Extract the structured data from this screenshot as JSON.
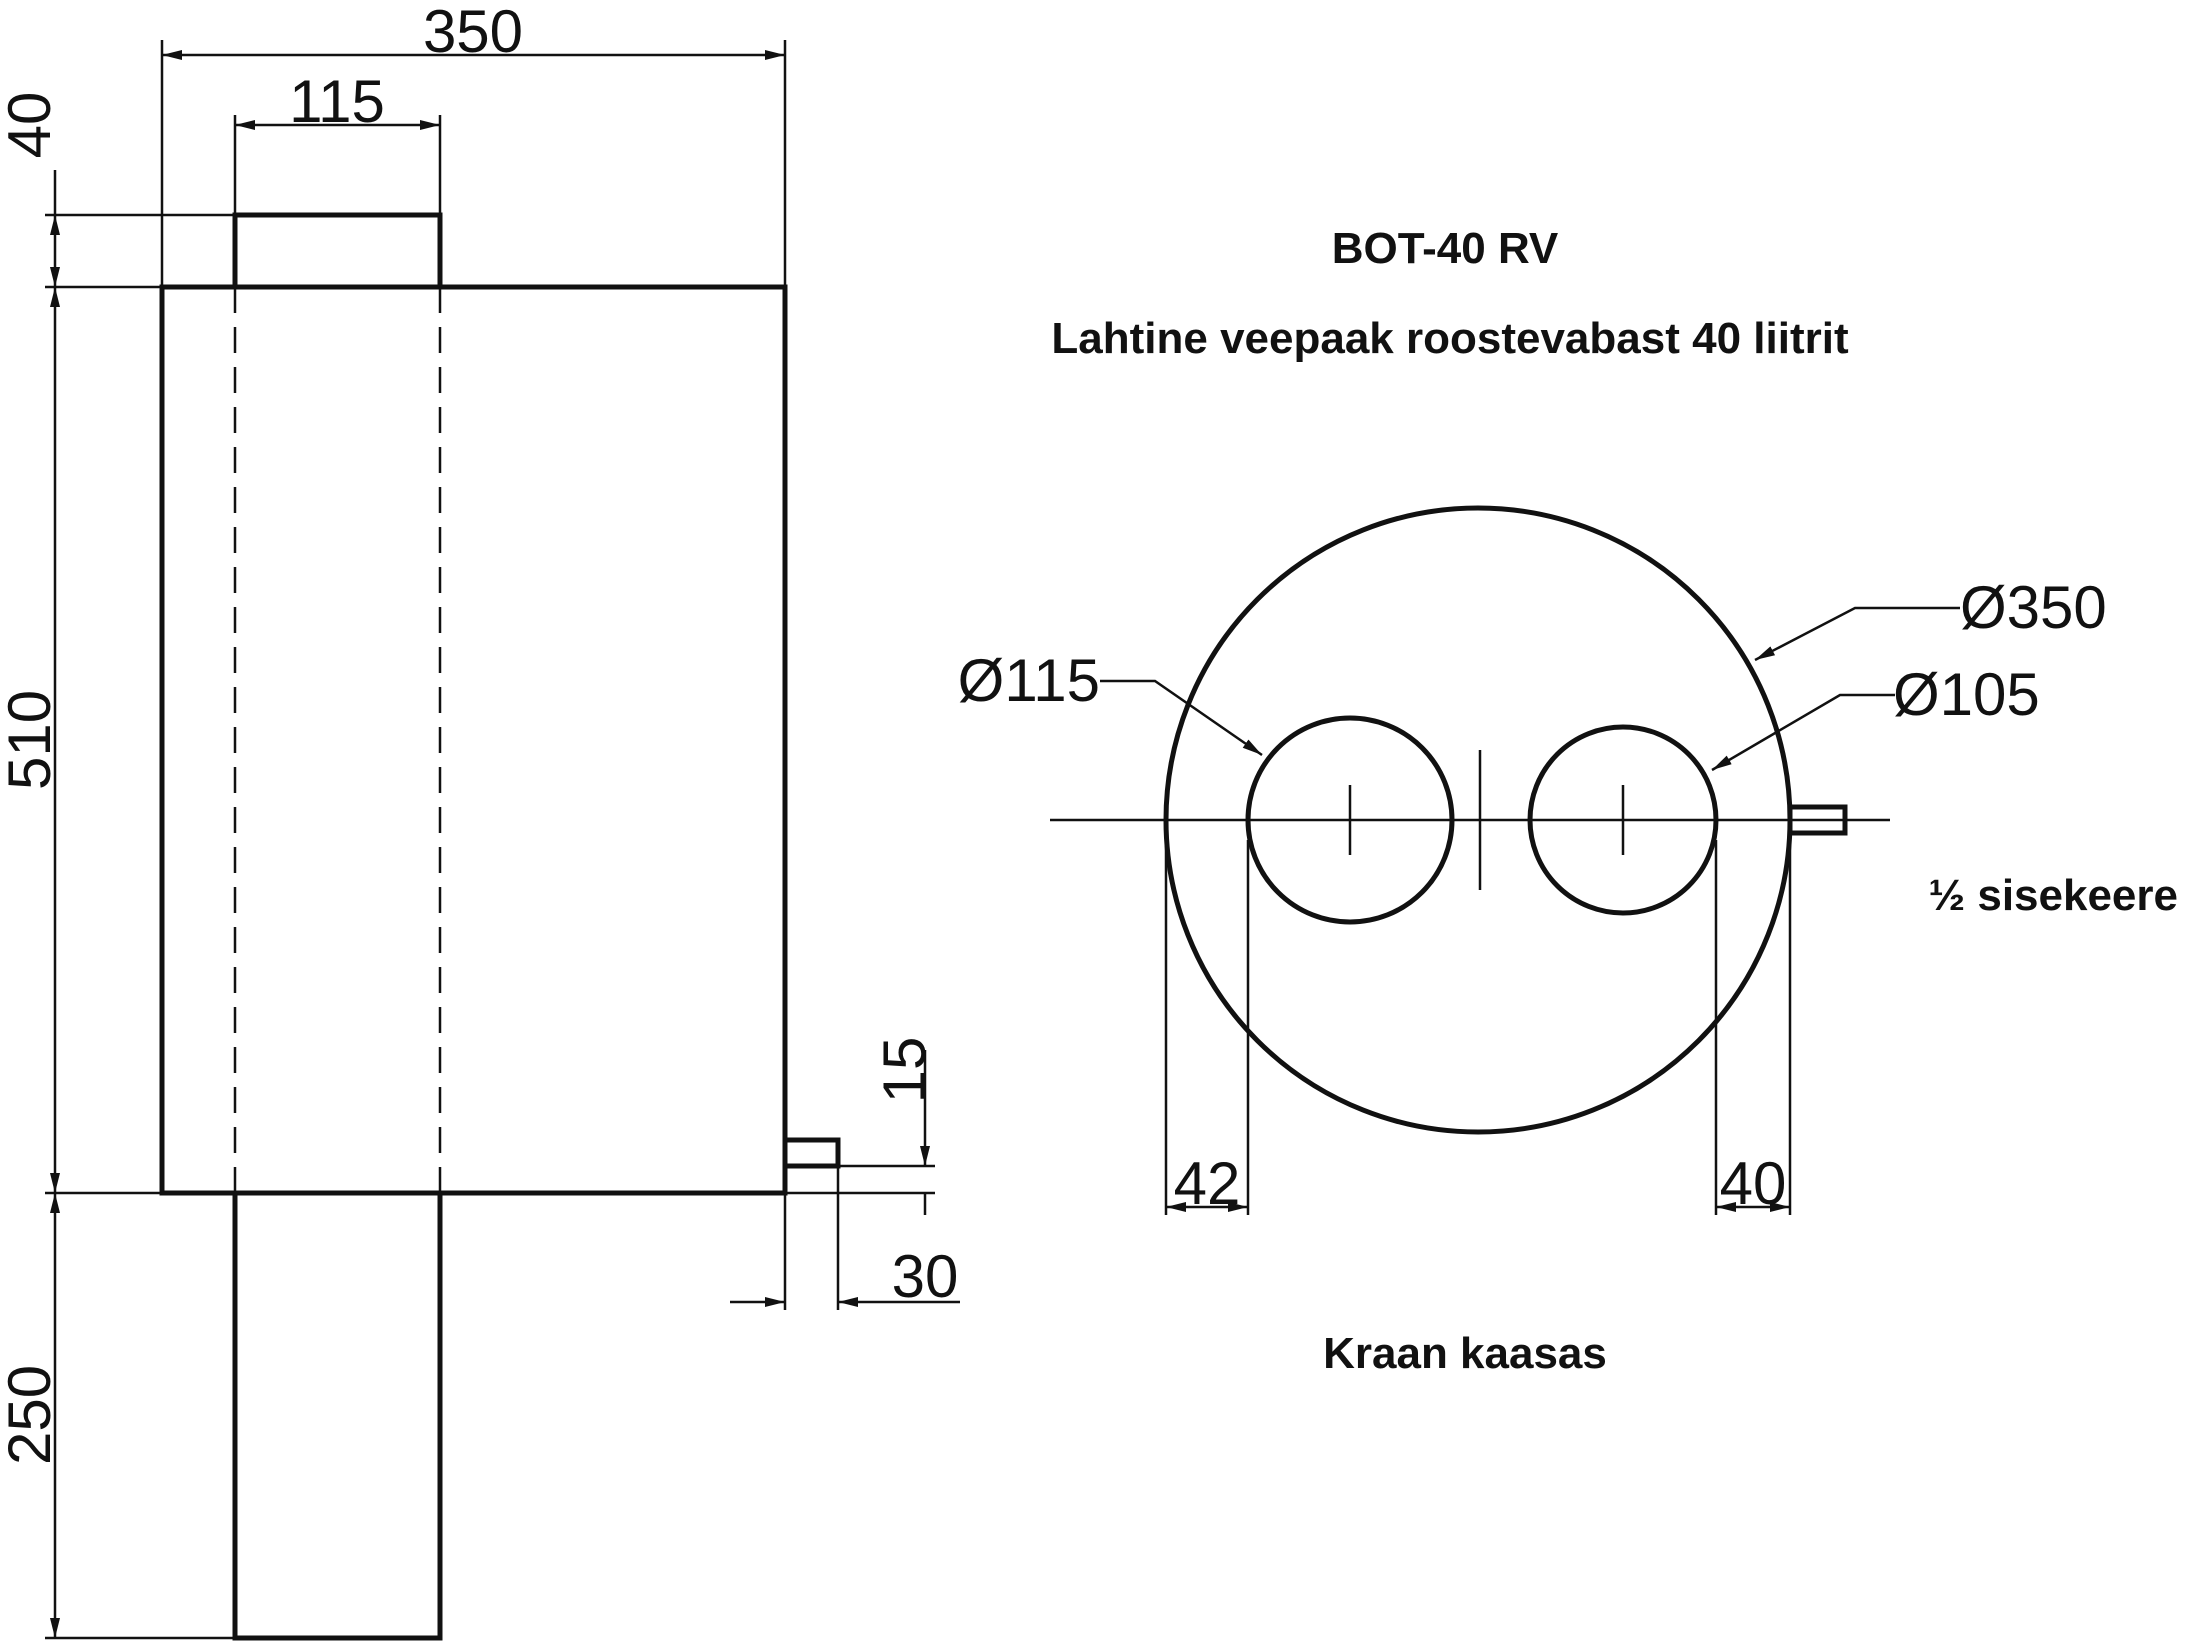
{
  "title": {
    "model": "BOT-40 RV",
    "description": "Lahtine veepaak roostevabast 40 liitrit"
  },
  "notes": {
    "thread": "½ sisekeere",
    "tap": "Kraan kaasas"
  },
  "side_view": {
    "dim_width": "350",
    "dim_pipe_width": "115",
    "dim_top_pipe": "40",
    "dim_tank_height": "510",
    "dim_bottom_pipe": "250",
    "dim_outlet_height": "15",
    "dim_outlet_length": "30"
  },
  "top_view": {
    "dim_tank_dia": "Ø350",
    "dim_left_hole_dia": "Ø115",
    "dim_right_hole_dia": "Ø105",
    "dim_left_offset": "42",
    "dim_right_offset": "40"
  }
}
